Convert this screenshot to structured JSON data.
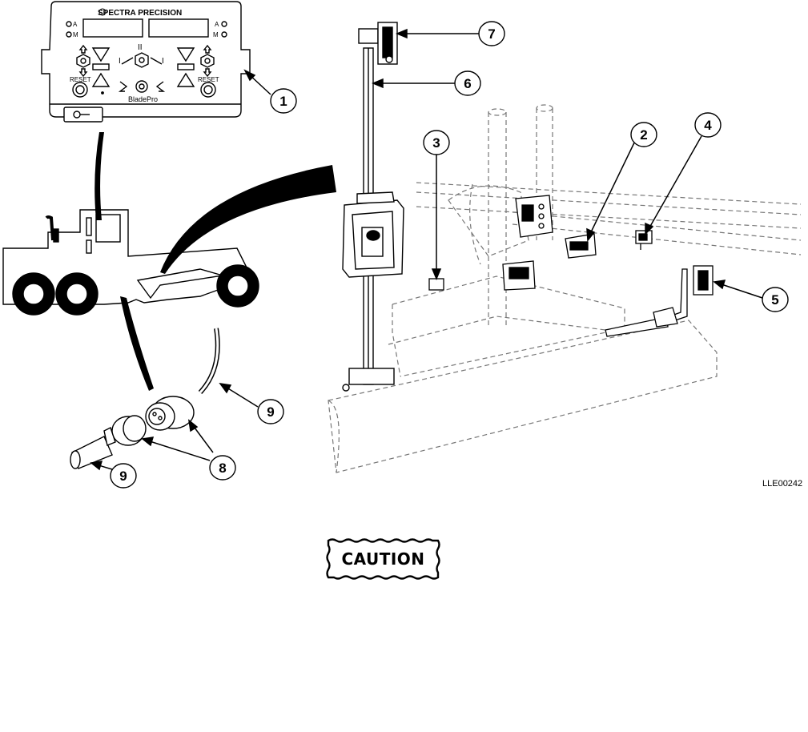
{
  "control_box": {
    "brand": "SPECTRA PRECISION",
    "product": "BladePro",
    "left_indicators": [
      "A",
      "M"
    ],
    "right_indicators": [
      "A",
      "M"
    ],
    "left_reset": "RESET",
    "right_reset": "RESET",
    "mode_label_1": "II",
    "mode_label_2": "I",
    "mode_label_3": "I"
  },
  "callouts": [
    "1",
    "2",
    "3",
    "4",
    "5",
    "6",
    "7",
    "8",
    "9",
    "9"
  ],
  "figure_id": "LLE00242",
  "caution": "CAUTION",
  "colors": {
    "line": "#000000",
    "dashed": "#777777",
    "background": "#ffffff"
  }
}
